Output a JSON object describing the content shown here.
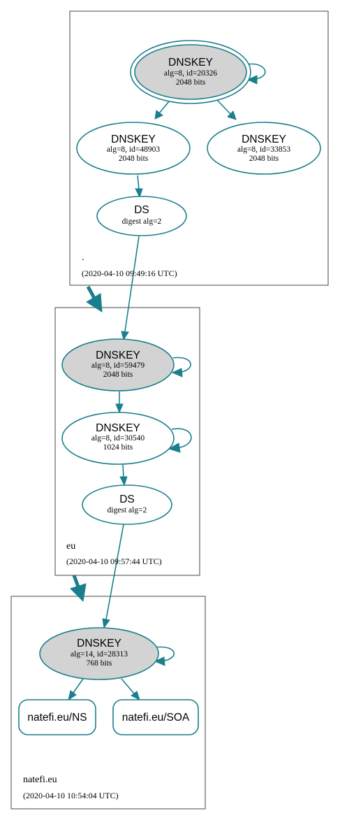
{
  "zones": {
    "root": {
      "name": ".",
      "timestamp": "(2020-04-10 09:49:16 UTC)"
    },
    "eu": {
      "name": "eu",
      "timestamp": "(2020-04-10 09:57:44 UTC)"
    },
    "natefi": {
      "name": "natefi.eu",
      "timestamp": "(2020-04-10 10:54:04 UTC)"
    }
  },
  "nodes": {
    "root_ksk": {
      "title": "DNSKEY",
      "line1": "alg=8, id=20326",
      "line2": "2048 bits"
    },
    "root_zsk1": {
      "title": "DNSKEY",
      "line1": "alg=8, id=48903",
      "line2": "2048 bits"
    },
    "root_zsk2": {
      "title": "DNSKEY",
      "line1": "alg=8, id=33853",
      "line2": "2048 bits"
    },
    "eu_ds": {
      "title": "DS",
      "line1": "digest alg=2"
    },
    "eu_ksk": {
      "title": "DNSKEY",
      "line1": "alg=8, id=59479",
      "line2": "2048 bits"
    },
    "eu_zsk": {
      "title": "DNSKEY",
      "line1": "alg=8, id=30540",
      "line2": "1024 bits"
    },
    "natefi_ds": {
      "title": "DS",
      "line1": "digest alg=2"
    },
    "natefi_ksk": {
      "title": "DNSKEY",
      "line1": "alg=14, id=28313",
      "line2": "768 bits"
    },
    "natefi_ns": {
      "title": "natefi.eu/NS"
    },
    "natefi_soa": {
      "title": "natefi.eu/SOA"
    }
  },
  "colors": {
    "edge": "#1a7f8c",
    "fill": "#d3d3d3",
    "border": "#444444"
  }
}
